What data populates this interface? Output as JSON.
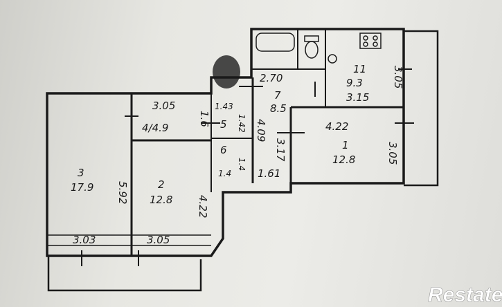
{
  "rooms": {
    "room_1": {
      "number": "1",
      "area": "12.8",
      "width": "4.22",
      "height": "3.05"
    },
    "room_2": {
      "number": "2",
      "area": "12.8",
      "width": "3.05",
      "height": "4.22"
    },
    "room_3": {
      "number": "3",
      "area": "17.9",
      "width": "3.03",
      "height": "5.92"
    },
    "room_4": {
      "label": "4/4.9",
      "width": "3.05",
      "height": "1.6"
    },
    "room_5": {
      "number": "5",
      "width": "1.43",
      "height": "1.42"
    },
    "room_6": {
      "number": "6",
      "width": "1.4",
      "height": "1.4"
    },
    "room_7": {
      "number": "7",
      "area": "8.5",
      "width": "2.70",
      "height": "3.17",
      "extra_width": "1.61",
      "extra_height": "4.09"
    },
    "room_11": {
      "number": "11",
      "area": "9.3",
      "width": "3.15",
      "height": "3.05"
    }
  },
  "watermark": {
    "text": "Restate"
  },
  "colors": {
    "ink": "#1a1a1a",
    "paper": "#e9e9e4",
    "watermark": "#ffffff"
  }
}
